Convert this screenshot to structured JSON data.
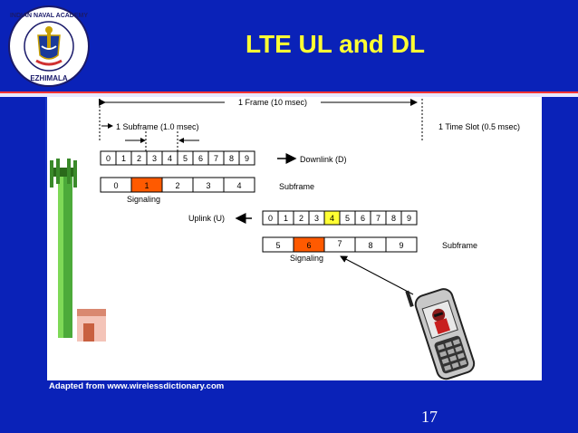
{
  "slide": {
    "title": "LTE UL and DL",
    "credit": "Adapted from  www.wirelessdictionary.com",
    "page_number": "17"
  },
  "logo": {
    "text_top": "INDIAN NAVAL ACADEMY",
    "text_bottom": "EZHIMALA"
  },
  "diagram": {
    "frame_label": "1 Frame (10 msec)",
    "subframe_label": "1 Subframe (1.0 msec)",
    "timeslot_label": "1 Time Slot (0.5 msec)",
    "downlink_label": "Downlink (D)",
    "uplink_label": "Uplink (U)",
    "subframe_text_dl": "Subframe",
    "subframe_text_ul": "Subframe",
    "signaling_dl": "Signaling",
    "signaling_ul": "Signaling",
    "dl_slots": [
      "0",
      "1",
      "2",
      "3",
      "4",
      "5",
      "6",
      "7",
      "8",
      "9"
    ],
    "dl_subframes": [
      "0",
      "1",
      "2",
      "3",
      "4"
    ],
    "ul_slots": [
      "0",
      "1",
      "2",
      "3",
      "4",
      "5",
      "6",
      "7",
      "8",
      "9"
    ],
    "ul_subframes": [
      "5",
      "6",
      "7",
      "8",
      "9"
    ],
    "highlight_colors": {
      "signaling": "#ff5a00",
      "slot": "#ffff33"
    }
  }
}
